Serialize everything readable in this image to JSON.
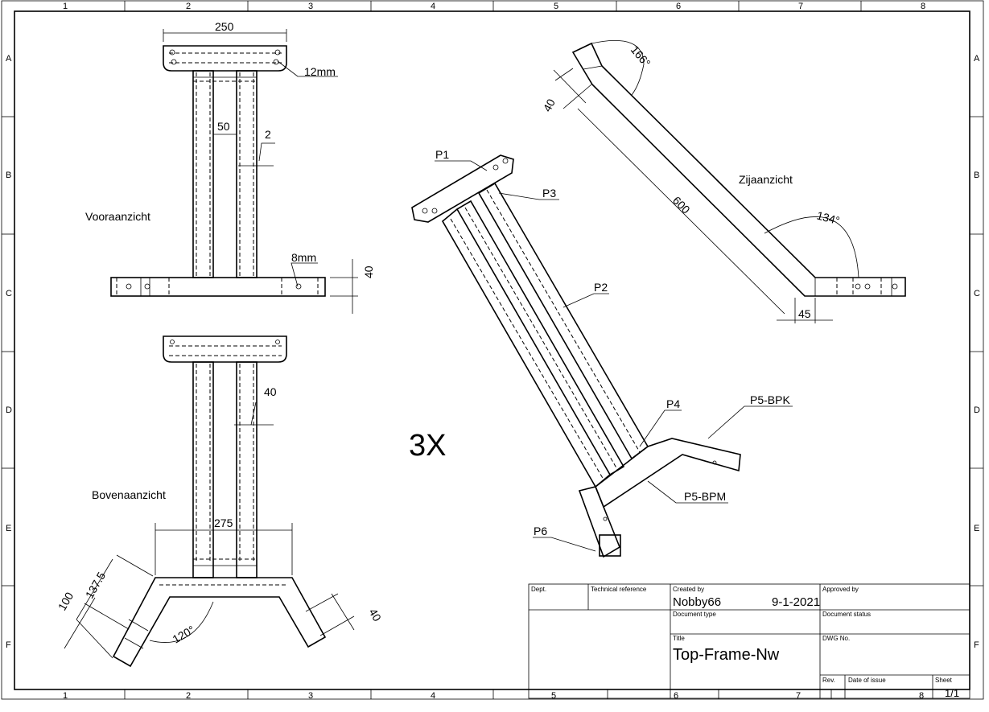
{
  "sheet": {
    "columns": [
      "1",
      "2",
      "3",
      "4",
      "5",
      "6",
      "7",
      "8"
    ],
    "rows": [
      "A",
      "B",
      "C",
      "D",
      "E",
      "F"
    ]
  },
  "views": {
    "front": {
      "name": "Vooraanzicht",
      "dims": {
        "width": "250",
        "plate": "12mm",
        "gap": "50",
        "wall": "2",
        "hole": "8mm",
        "height": "40"
      }
    },
    "top": {
      "name": "Bovenaanzicht",
      "dims": {
        "tube": "40",
        "span": "275",
        "arm_long": "137.5",
        "arm_short": "100",
        "angle": "120°",
        "arm_width": "40"
      }
    },
    "side": {
      "name": "Zijaanzicht",
      "dims": {
        "top_angle": "166°",
        "top_width": "40",
        "length": "600",
        "bottom_angle": "134°",
        "bottom_width": "45"
      }
    },
    "iso": {
      "quantity": "3X",
      "parts": [
        "P1",
        "P2",
        "P3",
        "P4",
        "P5-BPK",
        "P5-BPM",
        "P6"
      ]
    }
  },
  "title_block": {
    "dept_label": "Dept.",
    "tech_ref_label": "Technical reference",
    "created_by_label": "Created by",
    "created_by": "Nobby66",
    "date": "9-1-2021",
    "approved_by_label": "Approved by",
    "doc_type_label": "Document type",
    "doc_status_label": "Document status",
    "title_label": "Title",
    "title": "Top-Frame-Nw",
    "dwg_no_label": "DWG No.",
    "rev_label": "Rev.",
    "date_issue_label": "Date of issue",
    "sheet_label": "Sheet",
    "sheet": "1/1"
  }
}
